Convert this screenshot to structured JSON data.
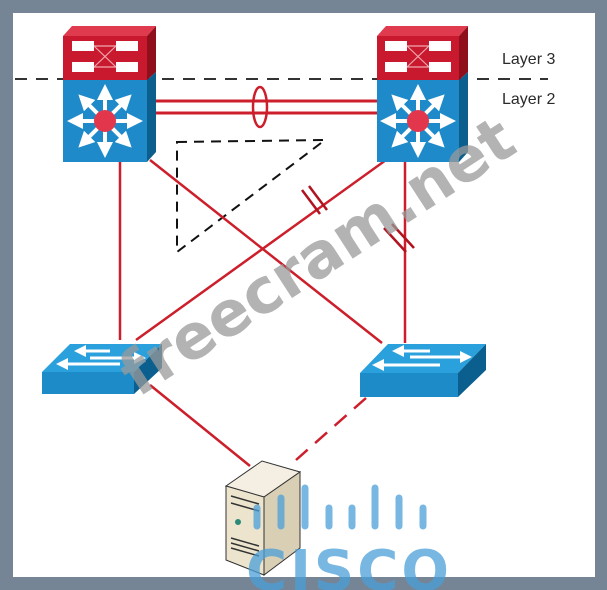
{
  "diagram": {
    "title": "Layer 3 / Layer 2 distribution-access topology",
    "labels": {
      "layer3": "Layer 3",
      "layer2": "Layer 2"
    },
    "nodes": [
      {
        "id": "dist-switch-left",
        "type": "multilayer-switch"
      },
      {
        "id": "dist-switch-right",
        "type": "multilayer-switch"
      },
      {
        "id": "access-switch-left",
        "type": "layer2-switch"
      },
      {
        "id": "access-switch-right",
        "type": "layer2-switch"
      },
      {
        "id": "server",
        "type": "server"
      }
    ],
    "links": [
      {
        "from": "dist-switch-left",
        "to": "dist-switch-right",
        "style": "etherchannel"
      },
      {
        "from": "dist-switch-left",
        "to": "access-switch-left",
        "style": "solid"
      },
      {
        "from": "dist-switch-left",
        "to": "access-switch-right",
        "style": "solid"
      },
      {
        "from": "dist-switch-right",
        "to": "access-switch-left",
        "style": "blocked"
      },
      {
        "from": "dist-switch-right",
        "to": "access-switch-right",
        "style": "blocked"
      },
      {
        "from": "access-switch-left",
        "to": "server",
        "style": "solid"
      },
      {
        "from": "access-switch-right",
        "to": "server",
        "style": "dashed"
      }
    ],
    "colors": {
      "link": "#cc1f2b",
      "l3_module": "#c8192e",
      "l2_module": "#1e8ac9",
      "border": "#768596"
    }
  },
  "watermarks": {
    "site": "freecram.net",
    "brand": "CISCO"
  }
}
